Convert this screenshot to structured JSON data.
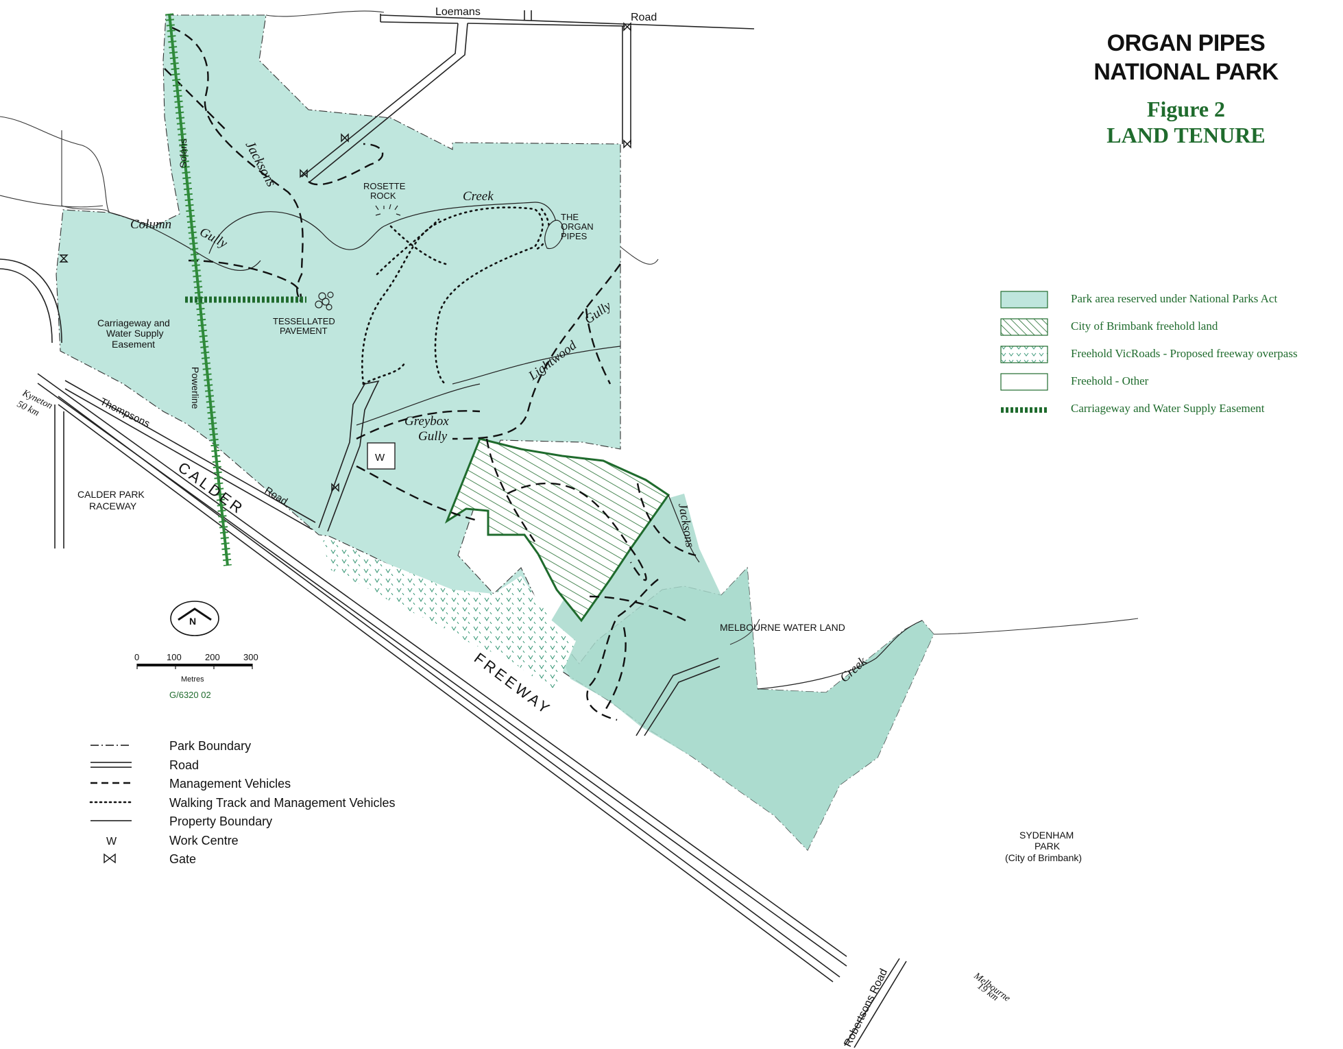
{
  "title": {
    "line1": "ORGAN PIPES",
    "line2": "NATIONAL PARK",
    "figure": "Figure 2",
    "subtitle": "LAND TENURE"
  },
  "tenure_legend": [
    {
      "label": "Park area reserved under National Parks Act",
      "swatch": "park-fill"
    },
    {
      "label": "City of Brimbank freehold land",
      "swatch": "hatch"
    },
    {
      "label": "Freehold VicRoads - Proposed freeway overpass",
      "swatch": "v-pattern"
    },
    {
      "label": "Freehold - Other",
      "swatch": "blank"
    },
    {
      "label": "Carriageway and Water Supply Easement",
      "swatch": "easement"
    }
  ],
  "symbol_legend": [
    {
      "label": "Park Boundary",
      "symbol": "dash-dot-line"
    },
    {
      "label": "Road",
      "symbol": "double-line"
    },
    {
      "label": "Management Vehicles",
      "symbol": "dashed-line"
    },
    {
      "label": "Walking Track and Management Vehicles",
      "symbol": "dotted-line"
    },
    {
      "label": "Property Boundary",
      "symbol": "solid-line"
    },
    {
      "label": "Work Centre",
      "symbol": "W"
    },
    {
      "label": "Gate",
      "symbol": "gate-icon"
    }
  ],
  "scale": {
    "ticks": [
      "0",
      "100",
      "200",
      "300"
    ],
    "unit": "Metres",
    "code": "G/6320 02",
    "north": "N"
  },
  "places": {
    "loemans": "Loemans",
    "road_top": "Road",
    "solaris": "Solaris",
    "jacksons_upper": "Jacksons",
    "rosette_rock_1": "ROSETTE",
    "rosette_rock_2": "ROCK",
    "creek_upper": "Creek",
    "organ_pipes_1": "THE",
    "organ_pipes_2": "ORGAN",
    "organ_pipes_3": "PIPES",
    "column": "Column",
    "gully_column": "Gully",
    "tessellated_1": "TESSELLATED",
    "tessellated_2": "PAVEMENT",
    "easement_1": "Carriageway and",
    "easement_2": "Water Supply",
    "easement_3": "Easement",
    "powerline": "Powerline",
    "kyneton": "Kyneton",
    "kyneton_dist": "50 km",
    "thompsons": "Thompsons",
    "road_thompsons": "Road",
    "gully_lightwood": "Gully",
    "lightwood": "Lightwood",
    "greybox_1": "Greybox",
    "greybox_2": "Gully",
    "work_centre": "W",
    "calder": "CALDER",
    "calder_raceway_1": "CALDER PARK",
    "calder_raceway_2": "RACEWAY",
    "jacksons_lower": "Jacksons",
    "melbourne_water": "MELBOURNE WATER LAND",
    "creek_lower": "Creek",
    "freeway": "FREEWAY",
    "sydenham_1": "SYDENHAM",
    "sydenham_2": "PARK",
    "sydenham_3": "(City of Brimbank)",
    "robertsons": "Robertsons Road",
    "melbourne": "Melbourne",
    "melbourne_dist": "19 km"
  },
  "colors": {
    "park": "#bfe6dd",
    "park_dark": "#a3d6c9",
    "green": "#1f6b2d",
    "ink": "#111111"
  }
}
